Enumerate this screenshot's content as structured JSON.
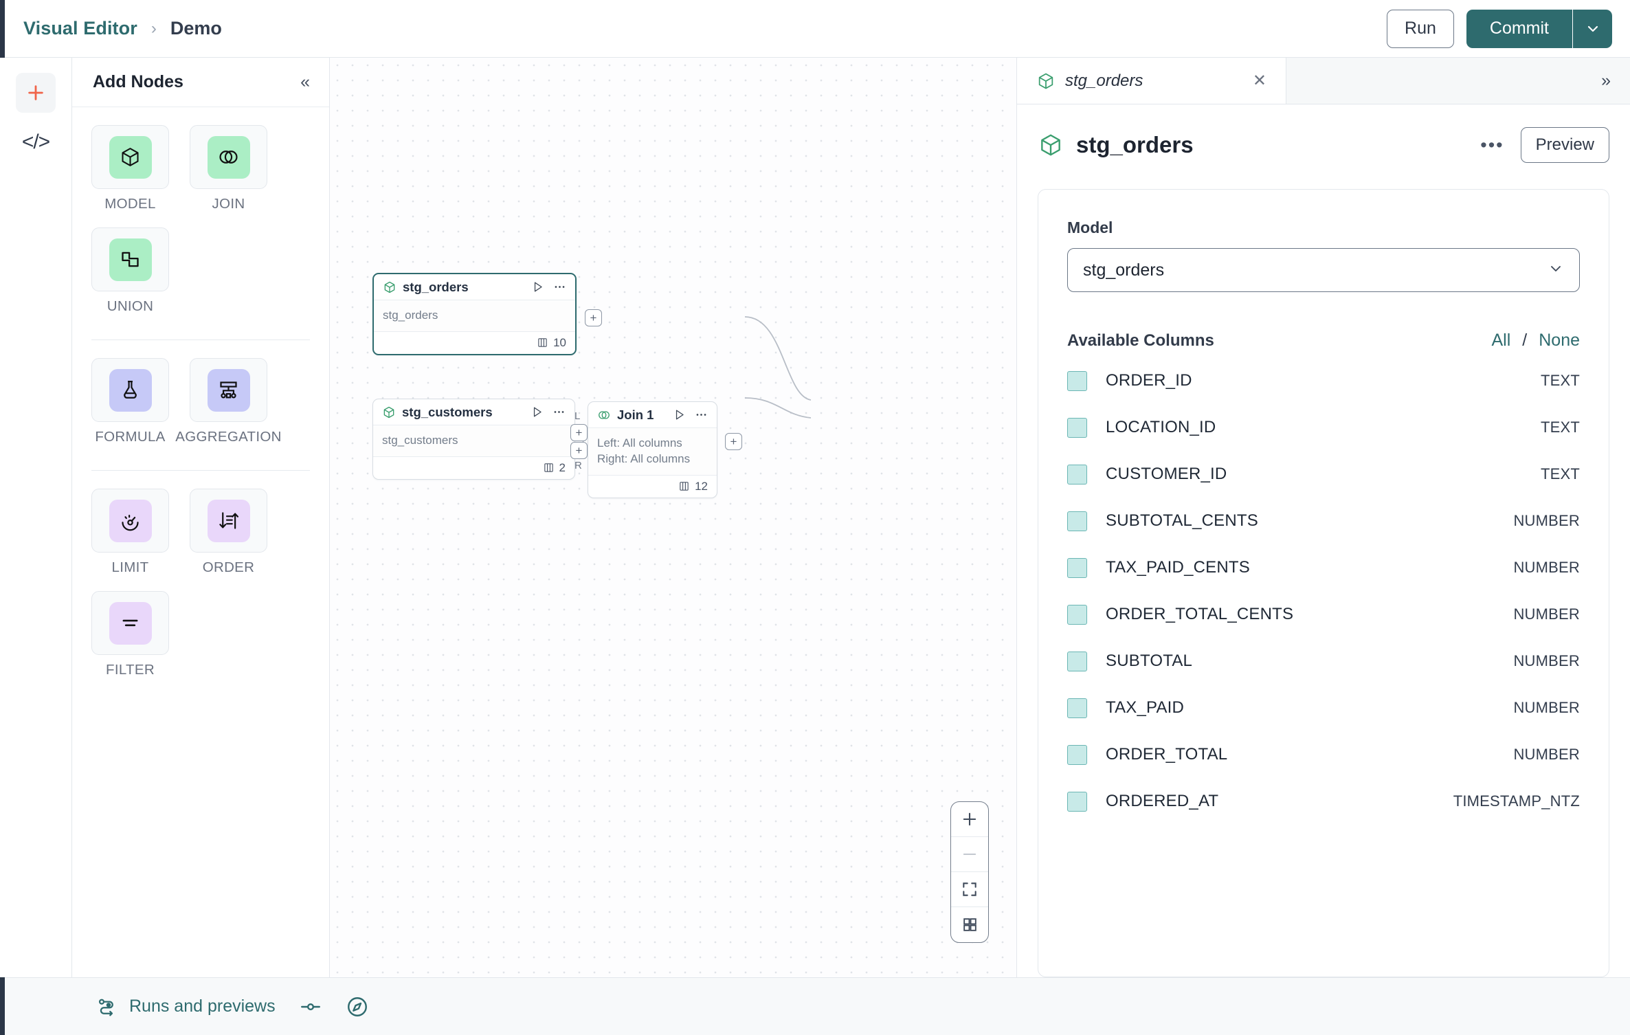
{
  "topbar": {
    "breadcrumb_root": "Visual Editor",
    "breadcrumb_sep": "›",
    "breadcrumb_current": "Demo",
    "run_label": "Run",
    "commit_label": "Commit",
    "accent_teal": "#2e6b6e",
    "accent_orange": "#f06449"
  },
  "rail": {
    "add_icon": "plus-icon",
    "code_icon": "code-brackets-icon",
    "code_glyph": "</>"
  },
  "nodes_panel": {
    "title": "Add Nodes",
    "collapse_glyph": "«",
    "groups": [
      {
        "items": [
          {
            "label": "MODEL",
            "icon": "cube-icon",
            "tint": "#abeec5"
          },
          {
            "label": "JOIN",
            "icon": "venn-circles-icon",
            "tint": "#abeec5"
          },
          {
            "label": "UNION",
            "icon": "union-shapes-icon",
            "tint": "#abeec5"
          }
        ]
      },
      {
        "items": [
          {
            "label": "FORMULA",
            "icon": "flask-icon",
            "tint": "#c6c9f7"
          },
          {
            "label": "AGGREGATION",
            "icon": "hierarchy-icon",
            "tint": "#c6c9f7"
          }
        ]
      },
      {
        "items": [
          {
            "label": "LIMIT",
            "icon": "gauge-icon",
            "tint": "#e9d7fa"
          },
          {
            "label": "ORDER",
            "icon": "sort-arrows-icon",
            "tint": "#e9d7fa"
          },
          {
            "label": "FILTER",
            "icon": "filter-icon",
            "tint": "#e9d7fa"
          }
        ]
      }
    ]
  },
  "canvas": {
    "nodes": [
      {
        "id": "stg_orders",
        "title": "stg_orders",
        "icon": "cube-icon",
        "subtitle": "stg_orders",
        "column_count": "10",
        "selected": true
      },
      {
        "id": "stg_customers",
        "title": "stg_customers",
        "icon": "cube-icon",
        "subtitle": "stg_customers",
        "column_count": "2",
        "selected": false
      },
      {
        "id": "join_1",
        "title": "Join 1",
        "icon": "venn-circles-icon",
        "subtitle_left": "Left: All columns",
        "subtitle_right": "Right: All columns",
        "column_count": "12",
        "handle_left_label": "L",
        "handle_right_label": "R",
        "selected": false
      }
    ],
    "handle_glyph": "+",
    "zoom_controls": [
      {
        "name": "zoom-in-button",
        "icon": "plus-icon"
      },
      {
        "name": "zoom-out-button",
        "icon": "minus-icon"
      },
      {
        "name": "fit-view-button",
        "icon": "fit-frame-icon"
      },
      {
        "name": "toggle-minimap-button",
        "icon": "grid-squares-icon"
      }
    ]
  },
  "right_panel": {
    "tab_label": "stg_orders",
    "tab_icon": "cube-icon",
    "tab_close_glyph": "✕",
    "expand_glyph": "»",
    "title": "stg_orders",
    "dots_glyph": "•••",
    "preview_label": "Preview",
    "model_field_label": "Model",
    "model_value": "stg_orders",
    "columns_title": "Available Columns",
    "select_all_label": "All",
    "select_separator": "/",
    "select_none_label": "None",
    "columns": [
      {
        "name": "ORDER_ID",
        "type": "TEXT",
        "checked": true
      },
      {
        "name": "LOCATION_ID",
        "type": "TEXT",
        "checked": true
      },
      {
        "name": "CUSTOMER_ID",
        "type": "TEXT",
        "checked": true
      },
      {
        "name": "SUBTOTAL_CENTS",
        "type": "NUMBER",
        "checked": true
      },
      {
        "name": "TAX_PAID_CENTS",
        "type": "NUMBER",
        "checked": true
      },
      {
        "name": "ORDER_TOTAL_CENTS",
        "type": "NUMBER",
        "checked": true
      },
      {
        "name": "SUBTOTAL",
        "type": "NUMBER",
        "checked": true
      },
      {
        "name": "TAX_PAID",
        "type": "NUMBER",
        "checked": true
      },
      {
        "name": "ORDER_TOTAL",
        "type": "NUMBER",
        "checked": true
      },
      {
        "name": "ORDERED_AT",
        "type": "TIMESTAMP_NTZ",
        "checked": true
      }
    ]
  },
  "bottom_bar": {
    "runs_label": "Runs and previews",
    "runs_icon": "pipeline-icon",
    "toggle_icon": "slider-toggle-icon",
    "compass_icon": "compass-icon"
  }
}
